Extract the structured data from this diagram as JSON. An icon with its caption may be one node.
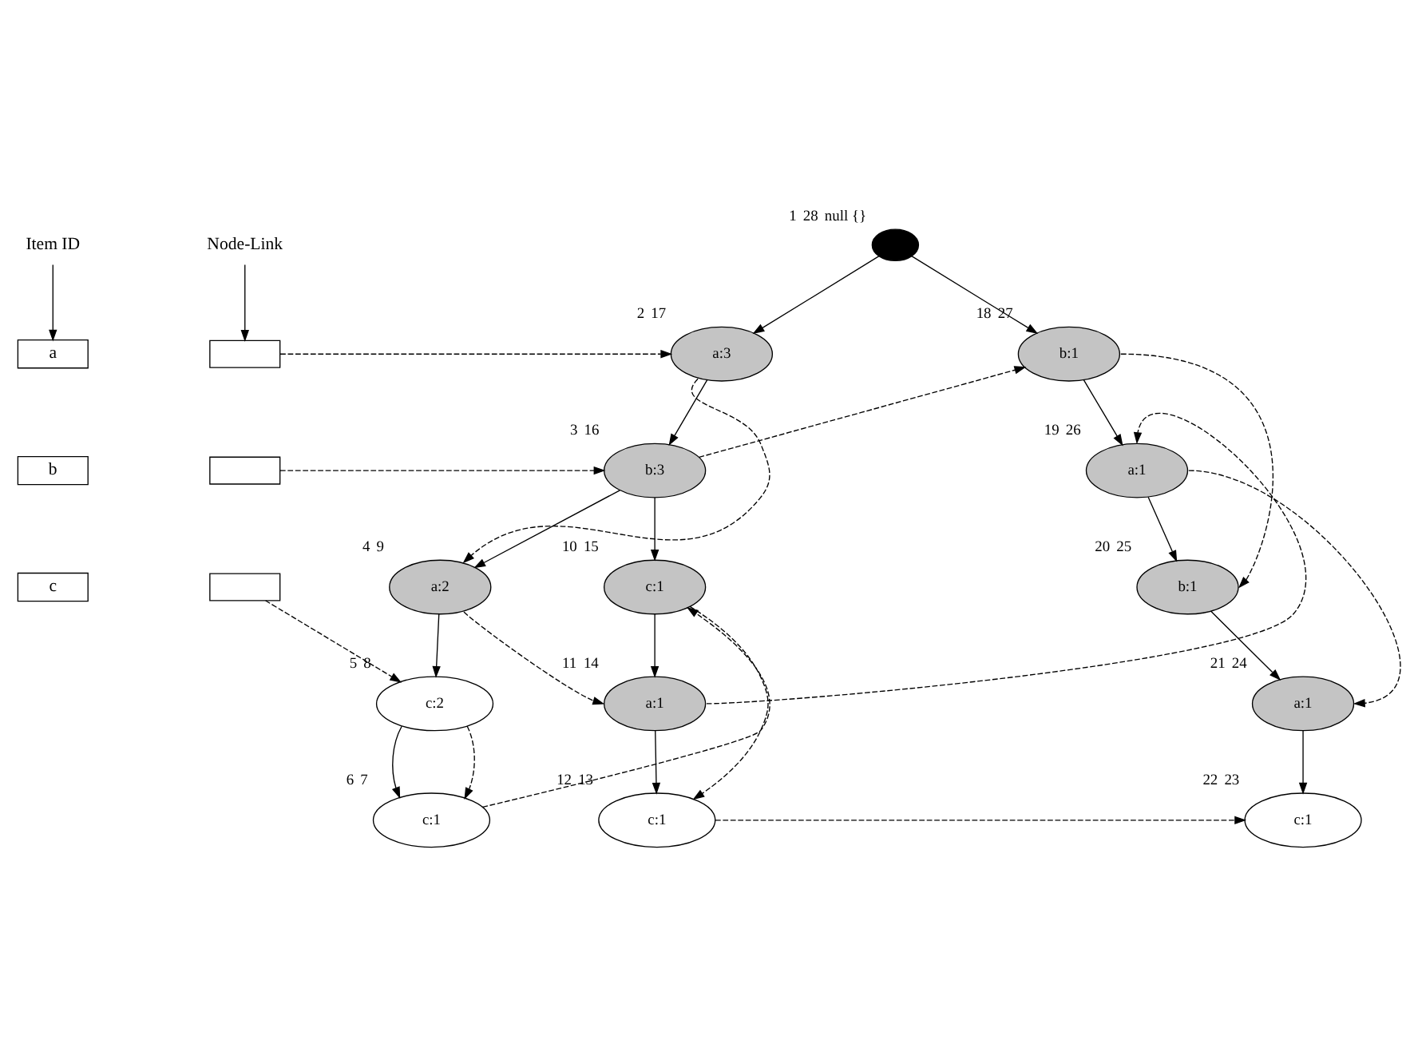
{
  "diagram": {
    "nodes": [
      {
        "text": [
          "Item ID"
        ]
      },
      {
        "text": [
          "Node-Link"
        ]
      },
      {
        "text": [
          "a"
        ]
      },
      {
        "text": [],
        "shape": "box"
      },
      {
        "text": [
          "b"
        ]
      },
      {
        "text": [],
        "shape": "box"
      },
      {
        "text": [
          "c"
        ]
      },
      {
        "text": [],
        "shape": "box"
      },
      {
        "text": [],
        "shape": "circle",
        "beside": [
          "1",
          "28",
          "null {}"
        ]
      },
      {
        "text": [
          "a:3"
        ],
        "beside": [
          "2",
          "17"
        ]
      },
      {
        "text": [
          "b:1"
        ],
        "beside": [
          "18",
          "27"
        ]
      },
      {
        "text": [
          "b:3"
        ],
        "beside": [
          "3",
          "16"
        ]
      },
      {
        "text": [
          "a:1"
        ],
        "beside": [
          "19",
          "26"
        ]
      },
      {
        "text": [
          "a:2"
        ],
        "beside": [
          "4",
          "9"
        ]
      },
      {
        "text": [
          "c:1"
        ],
        "beside": [
          "10",
          "15"
        ]
      },
      {
        "text": [
          "b:1"
        ],
        "beside": [
          "20",
          "25"
        ]
      },
      {
        "text": [
          "c:2"
        ],
        "beside": [
          "5",
          "8"
        ]
      },
      {
        "text": [
          "a:1"
        ],
        "beside": [
          "11",
          "14"
        ]
      },
      {
        "text": [
          "a:1"
        ],
        "beside": [
          "21",
          "24"
        ]
      },
      {
        "text": [
          "c:1"
        ],
        "beside": [
          "6",
          "7"
        ]
      },
      {
        "text": [
          "c:1"
        ],
        "beside": [
          "12",
          "13"
        ]
      },
      {
        "text": [
          "c:1"
        ],
        "beside": [
          "22",
          "23"
        ]
      }
    ],
    "edges": [
      {
        "from": 0,
        "to": 2,
        "arrow": "to"
      },
      {
        "from": 1,
        "to": 3,
        "arrow": "to"
      },
      {
        "from": 8,
        "to": 9,
        "arrow": "to"
      },
      {
        "from": 8,
        "to": 10,
        "arrow": "to"
      },
      {
        "from": 9,
        "to": 11,
        "arrow": "to"
      },
      {
        "from": 10,
        "to": 12,
        "arrow": "to"
      },
      {
        "from": 11,
        "to": 13,
        "arrow": "to"
      },
      {
        "from": 11,
        "to": 14,
        "arrow": "to"
      },
      {
        "from": 12,
        "to": 15,
        "arrow": "to"
      },
      {
        "from": 13,
        "to": 16,
        "arrow": "to"
      },
      {
        "from": 14,
        "to": 17,
        "arrow": "to"
      },
      {
        "from": 15,
        "to": 18,
        "arrow": "to"
      },
      {
        "from": 16,
        "to": 19,
        "arrow": "to"
      },
      {
        "from": 17,
        "to": 20,
        "arrow": "to"
      },
      {
        "from": 18,
        "to": 21,
        "arrow": "to"
      },
      {
        "from": 3,
        "to": 9,
        "arrow": "to",
        "style": "dashed"
      },
      {
        "from": 5,
        "to": 11,
        "arrow": "to",
        "style": "dashed"
      },
      {
        "from": 7,
        "to": 16,
        "arrow": "to",
        "style": "dashed"
      },
      {
        "from": 9,
        "to": 13,
        "arrow": "to",
        "style": "dashed"
      },
      {
        "from": 11,
        "to": 10,
        "arrow": "to",
        "style": "dashed"
      },
      {
        "from": 13,
        "to": 17,
        "arrow": "to",
        "style": "dashed"
      },
      {
        "from": 10,
        "to": 15,
        "arrow": "to",
        "style": "dashed"
      },
      {
        "from": 17,
        "to": 12,
        "arrow": "to",
        "style": "dashed"
      },
      {
        "from": 12,
        "to": 18,
        "arrow": "to",
        "style": "dashed"
      },
      {
        "from": 16,
        "to": 19,
        "arrow": "to",
        "style": "dashed"
      },
      {
        "from": 19,
        "to": 14,
        "arrow": "to",
        "style": "dashed"
      },
      {
        "from": 14,
        "to": 20,
        "arrow": "to",
        "style": "dashed"
      },
      {
        "from": 20,
        "to": 21,
        "arrow": "to",
        "style": "dashed"
      }
    ]
  }
}
